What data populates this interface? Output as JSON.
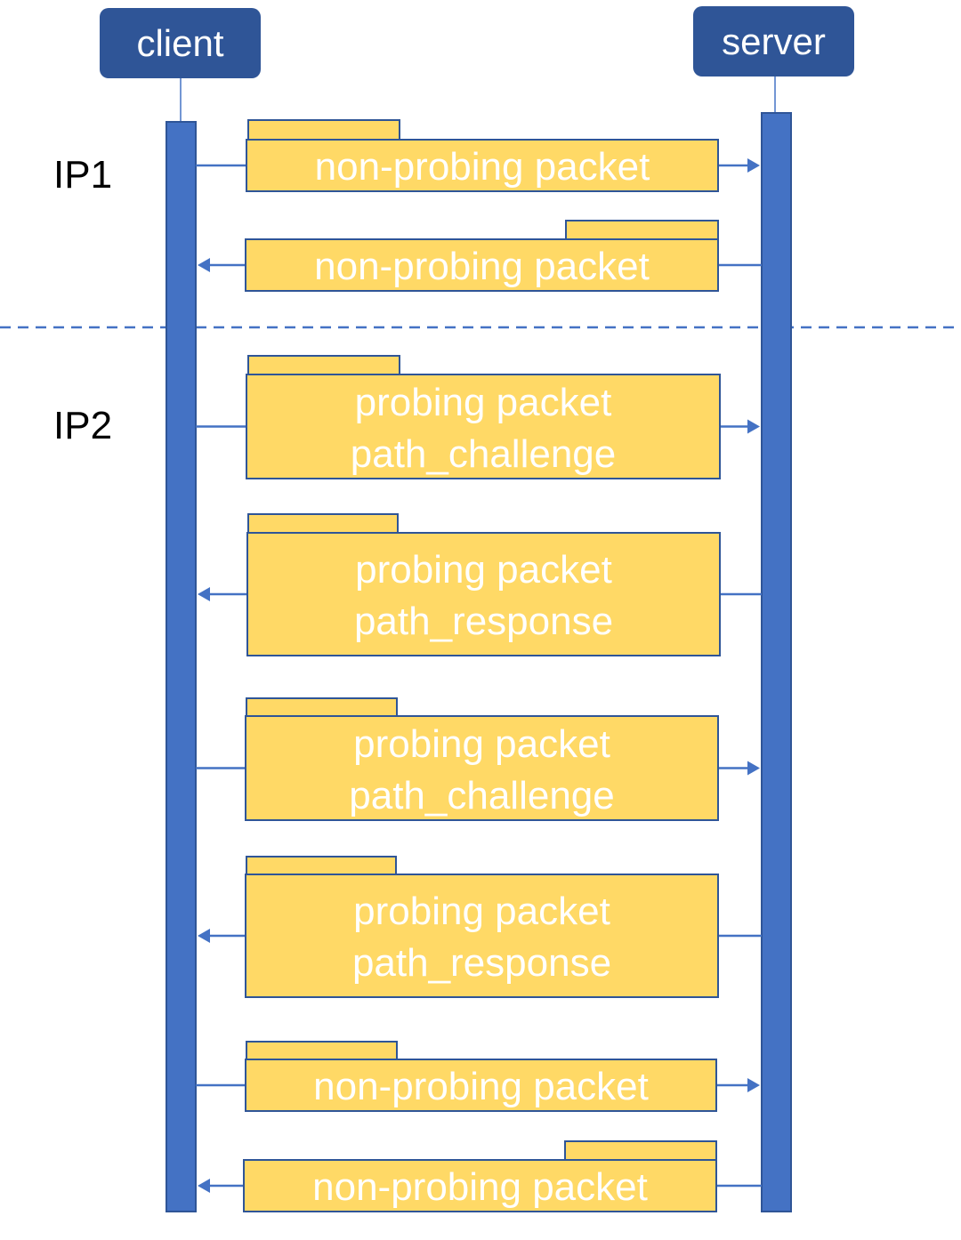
{
  "actors": {
    "client": "client",
    "server": "server"
  },
  "sections": {
    "ip1": "IP1",
    "ip2": "IP2"
  },
  "colors": {
    "actor_fill": "#2f5597",
    "lifeline": "#4472c4",
    "lifeline_border": "#2f5597",
    "packet_fill": "#ffd966",
    "packet_border": "#2f5597",
    "divider": "#4472c4"
  },
  "messages": [
    {
      "direction": "client-to-server",
      "lines": [
        "non-probing packet"
      ]
    },
    {
      "direction": "server-to-client",
      "lines": [
        "non-probing packet"
      ]
    },
    {
      "direction": "client-to-server",
      "lines": [
        "probing packet",
        "path_challenge"
      ]
    },
    {
      "direction": "server-to-client",
      "lines": [
        "probing packet",
        "path_response"
      ]
    },
    {
      "direction": "client-to-server",
      "lines": [
        "probing packet",
        "path_challenge"
      ]
    },
    {
      "direction": "server-to-client",
      "lines": [
        "probing packet",
        "path_response"
      ]
    },
    {
      "direction": "client-to-server",
      "lines": [
        "non-probing packet"
      ]
    },
    {
      "direction": "server-to-client",
      "lines": [
        "non-probing packet"
      ]
    }
  ]
}
